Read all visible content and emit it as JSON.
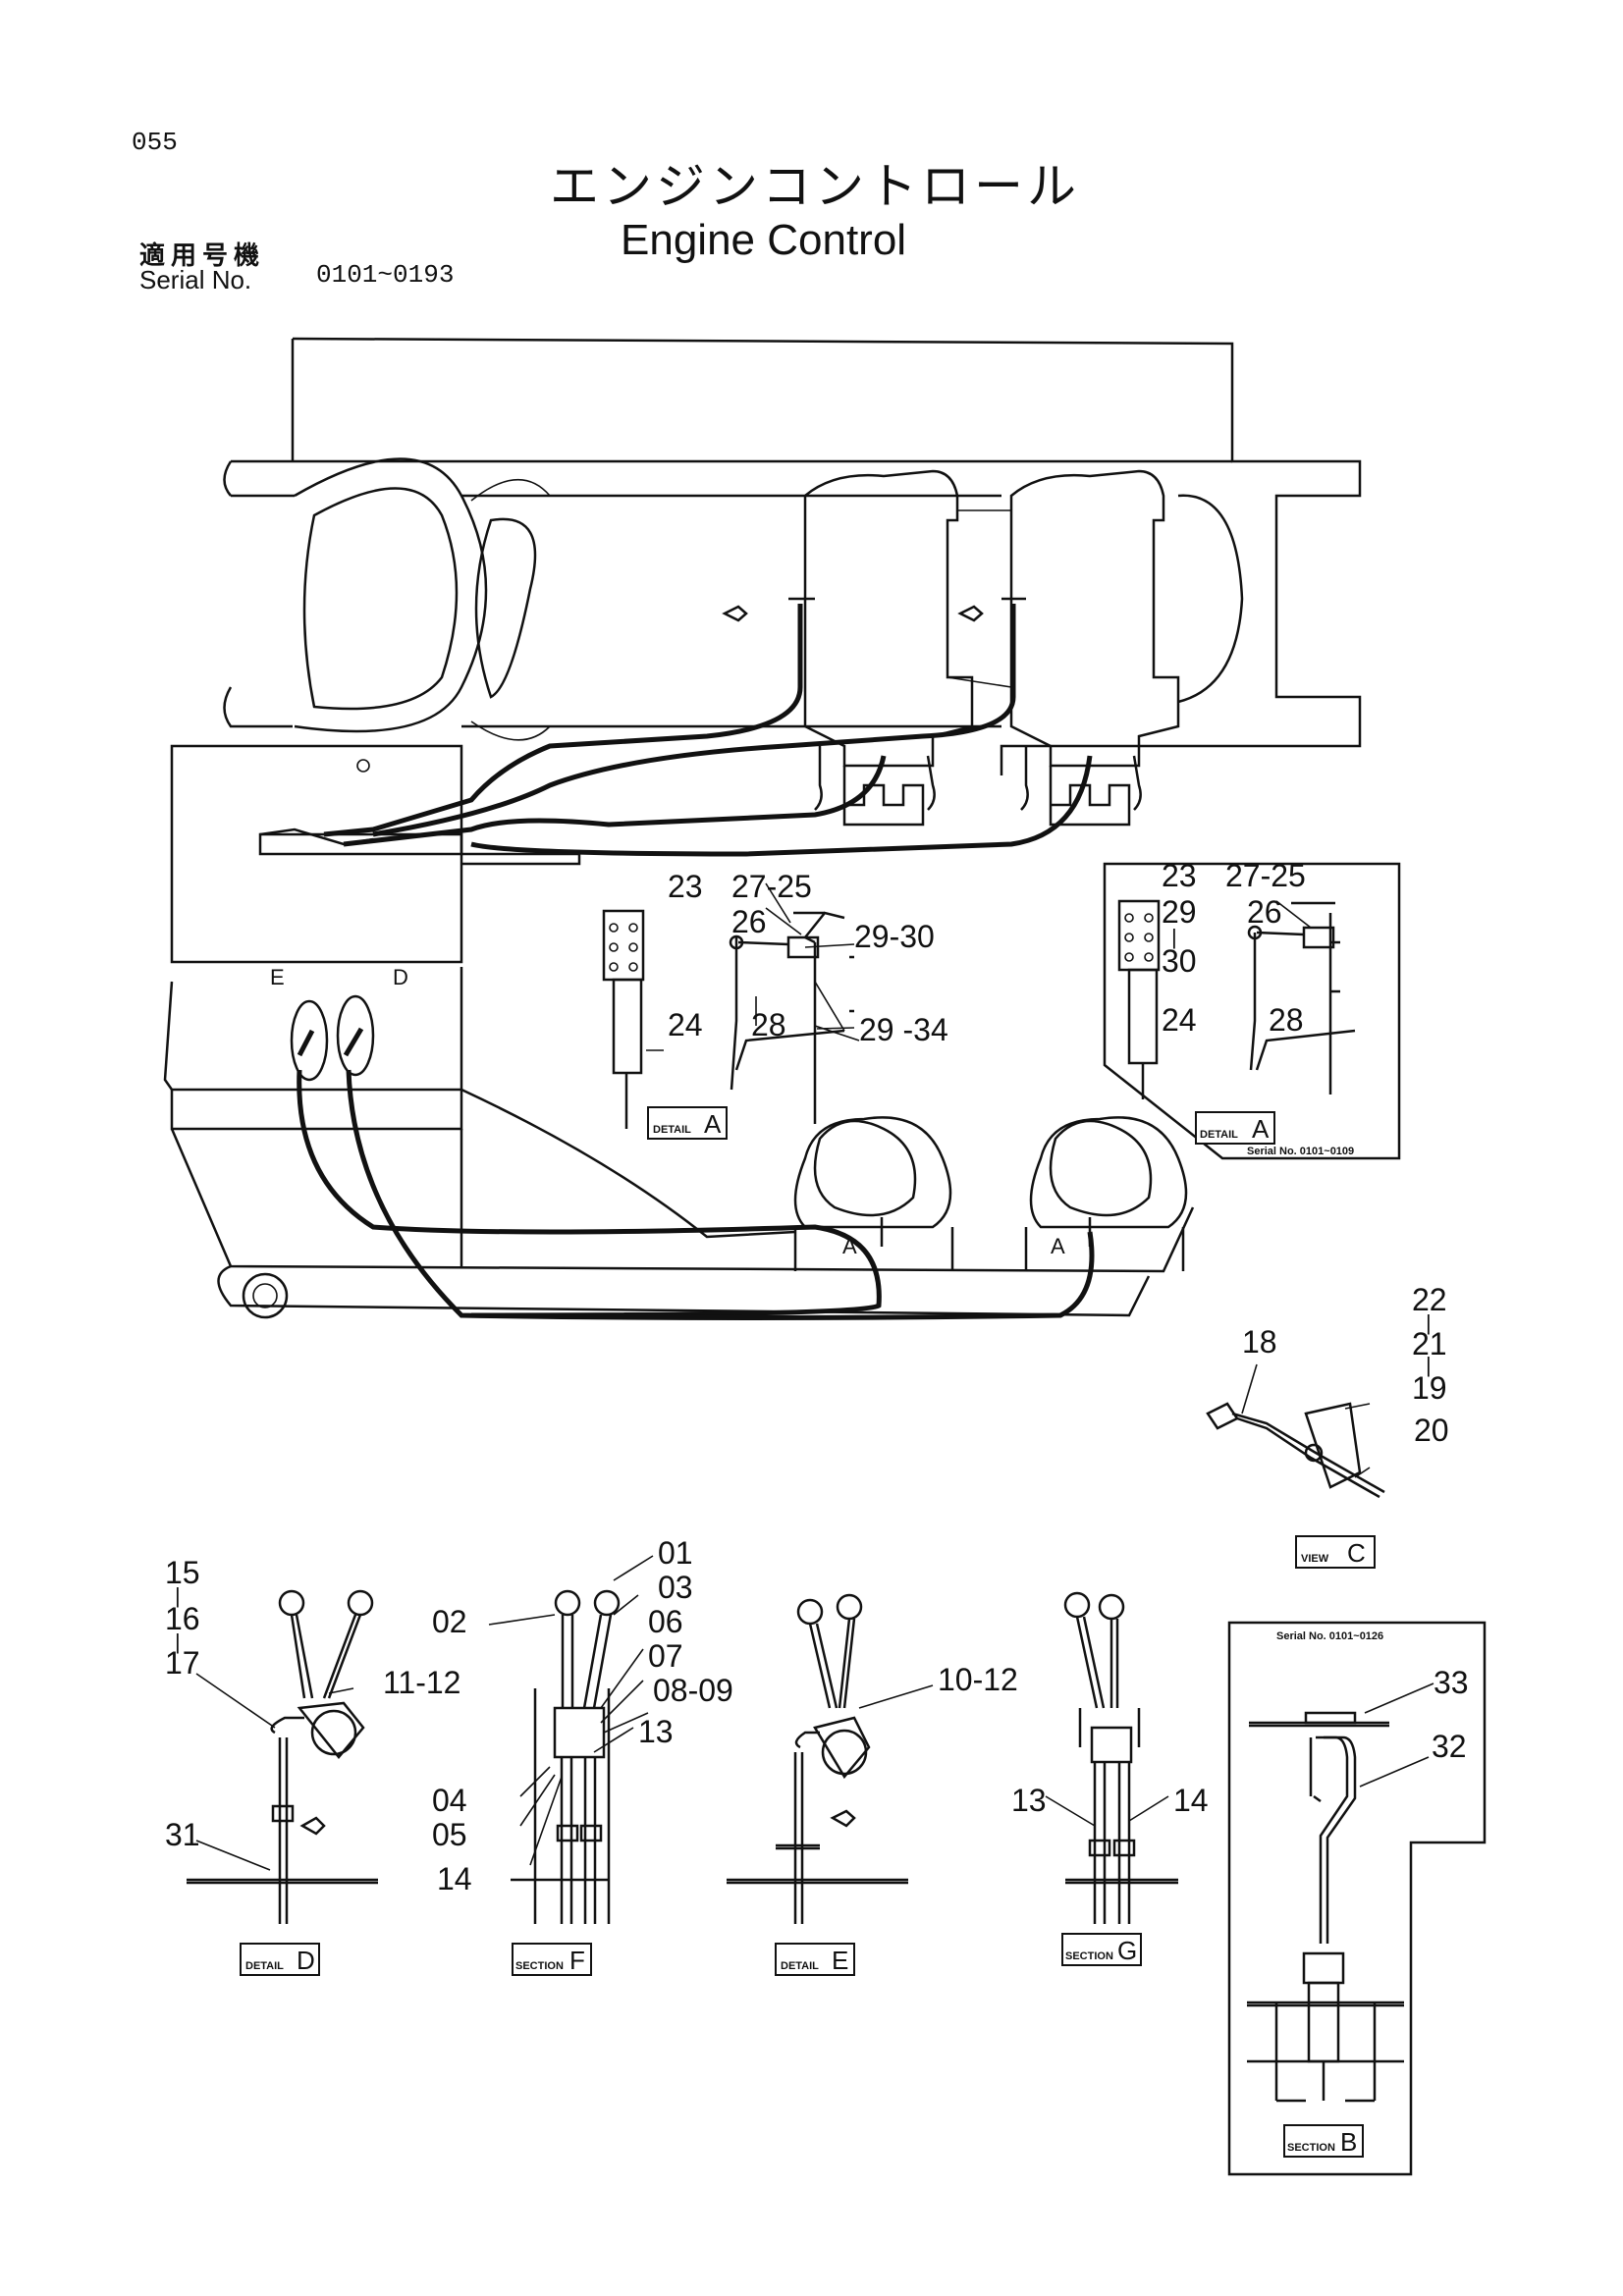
{
  "header": {
    "page_number": "055",
    "title_jp": "エンジンコントロール",
    "title_en": "Engine Control",
    "serial_label_jp": "適用号機",
    "serial_label_en": "Serial No.",
    "serial_range": "0101~0193"
  },
  "callouts": {
    "detailA": [
      "23",
      "27-25",
      "26",
      "29-30",
      "24",
      "28",
      "29 -34"
    ],
    "detailA2": [
      "23",
      "27-25",
      "29",
      "|",
      "30",
      "26",
      "24",
      "28"
    ],
    "viewC": [
      "22",
      "|",
      "21",
      "|",
      "19",
      "18",
      "20"
    ],
    "detailD": [
      "15",
      "|",
      "16",
      "|",
      "17",
      "11-12",
      "31"
    ],
    "sectionF": [
      "01",
      "02",
      "03",
      "06",
      "07",
      "08-09",
      "13",
      "04",
      "05",
      "14"
    ],
    "detailE": [
      "10-12"
    ],
    "sectionG": [
      "13",
      "14"
    ],
    "sectionB": [
      "33",
      "32"
    ]
  },
  "main_marks": [
    "E",
    "D",
    "A",
    "A"
  ],
  "tags": {
    "detailA": {
      "kind": "DETAIL",
      "letter": "A"
    },
    "detailA2": {
      "kind": "DETAIL",
      "letter": "A"
    },
    "viewC": {
      "kind": "VIEW",
      "letter": "C"
    },
    "detailD": {
      "kind": "DETAIL",
      "letter": "D"
    },
    "sectionF": {
      "kind": "SECTION",
      "letter": "F"
    },
    "detailE": {
      "kind": "DETAIL",
      "letter": "E"
    },
    "sectionG": {
      "kind": "SECTION",
      "letter": "G"
    },
    "sectionB": {
      "kind": "SECTION",
      "letter": "B"
    }
  },
  "inset_serials": {
    "detailA2": "Serial No. 0101~0109",
    "sectionB": "Serial No. 0101~0126"
  }
}
